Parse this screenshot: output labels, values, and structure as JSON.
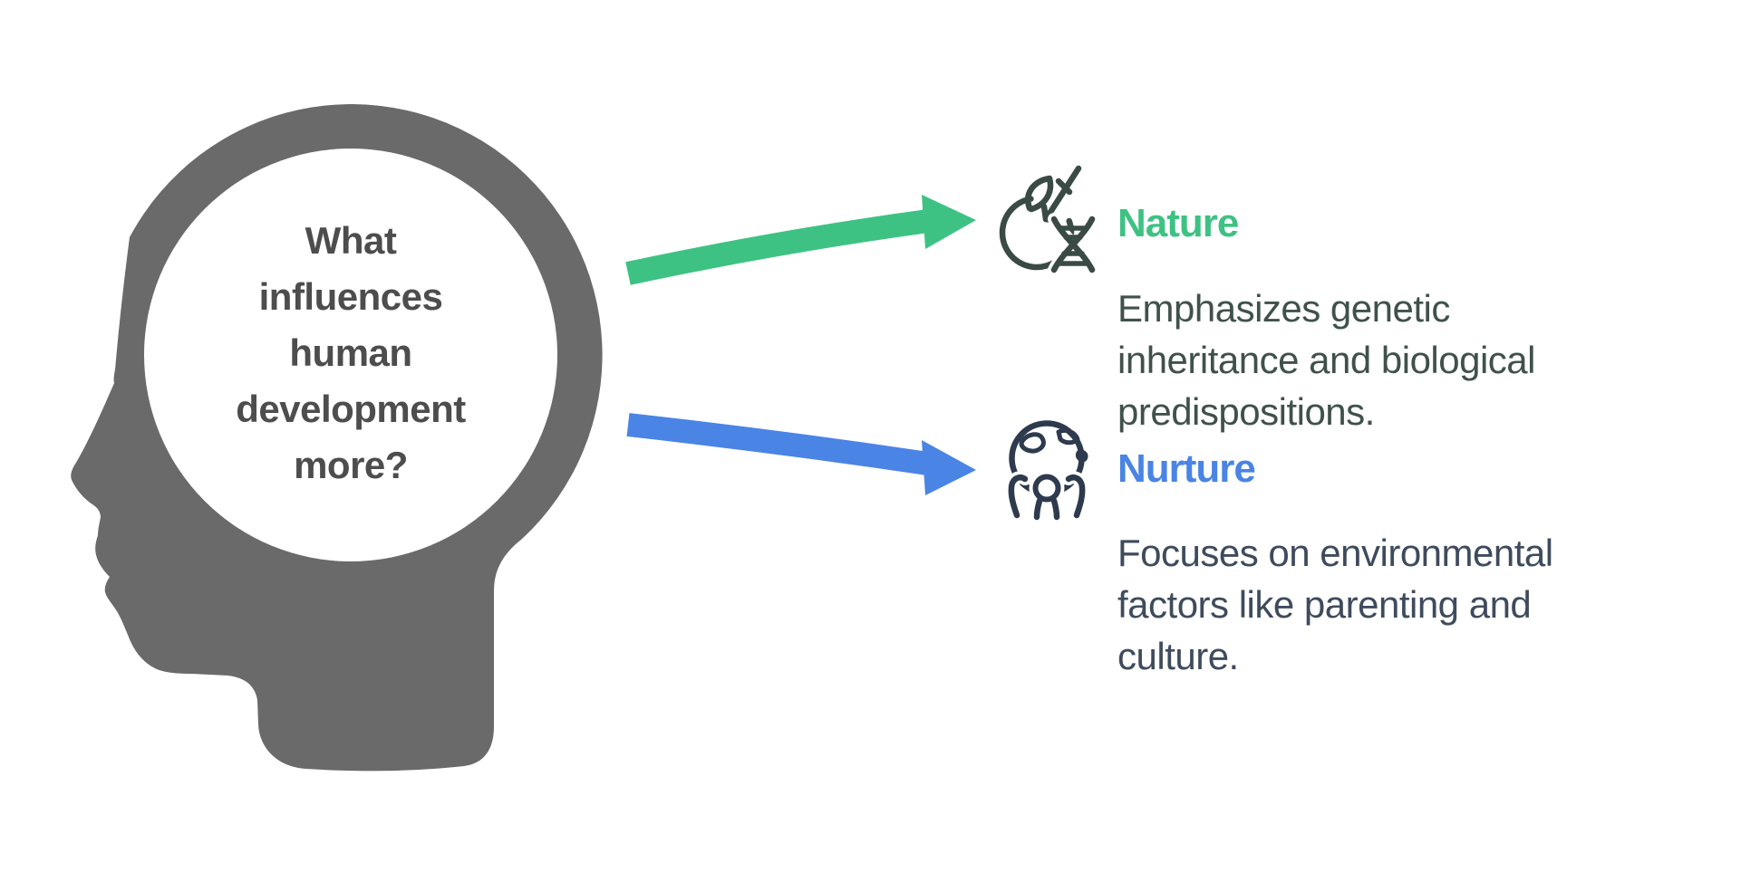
{
  "question": {
    "lines": [
      "What",
      "influences",
      "human",
      "development",
      "more?"
    ]
  },
  "branches": {
    "nature": {
      "label": "Nature",
      "description_lines": [
        "Emphasizes genetic",
        "inheritance and biological",
        "predispositions."
      ],
      "color": "#3ec283",
      "icon": "apple-dna-icon"
    },
    "nurture": {
      "label": "Nurture",
      "description_lines": [
        "Focuses on environmental",
        "factors like parenting and",
        "culture."
      ],
      "color": "#4a84e4",
      "icon": "globe-person-icon"
    }
  },
  "colors": {
    "background": "#ffffff",
    "head_silhouette": "#6a6a6a",
    "question_text": "#4d4d4d",
    "nature_green": "#3ec283",
    "nurture_blue": "#4a84e4",
    "nature_text": "#3f514a",
    "nurture_text": "#3e4b5d",
    "nature_icon_stroke": "#3a4a44",
    "nurture_icon_stroke": "#2e3a4d"
  }
}
